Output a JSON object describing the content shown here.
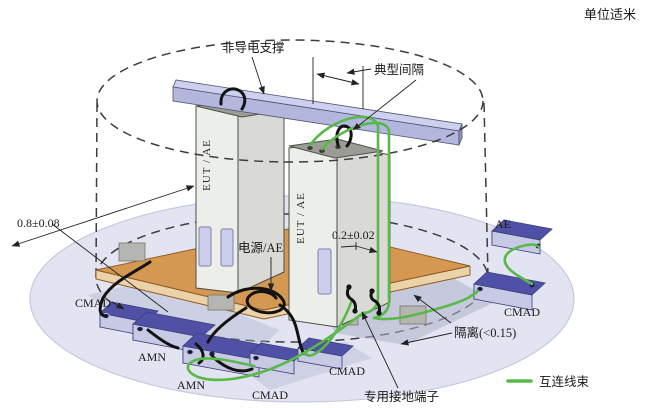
{
  "title_note": "单位适米",
  "diagram": {
    "towers": [
      {
        "label": "EUT / AE"
      },
      {
        "label": "EUT / AE"
      }
    ],
    "devices": {
      "cmad_left": "CMAD",
      "amn_1": "AMN",
      "amn_2": "AMN",
      "cmad_a": "CMAD",
      "cmad_b": "CMAD",
      "cmad_right": "CMAD",
      "ae": "AE"
    },
    "annotations": {
      "support": "非导电支撑",
      "spacing": "典型间隔",
      "dim_left": "0.8±0.08",
      "dim_gap": "0.2±0.02",
      "power": "电源/AE",
      "ground": "专用接地端子",
      "isolation": "隔离(<0.15)"
    },
    "legend": {
      "interconnect": "互连线束",
      "color": "#58b848"
    },
    "colors": {
      "cable_black": "#121212",
      "cable_green": "#58b848",
      "floor": "#e2e4f2",
      "table_top": "#d49852",
      "device_top": "#4f51a6",
      "beam": "#c9cbec"
    }
  }
}
